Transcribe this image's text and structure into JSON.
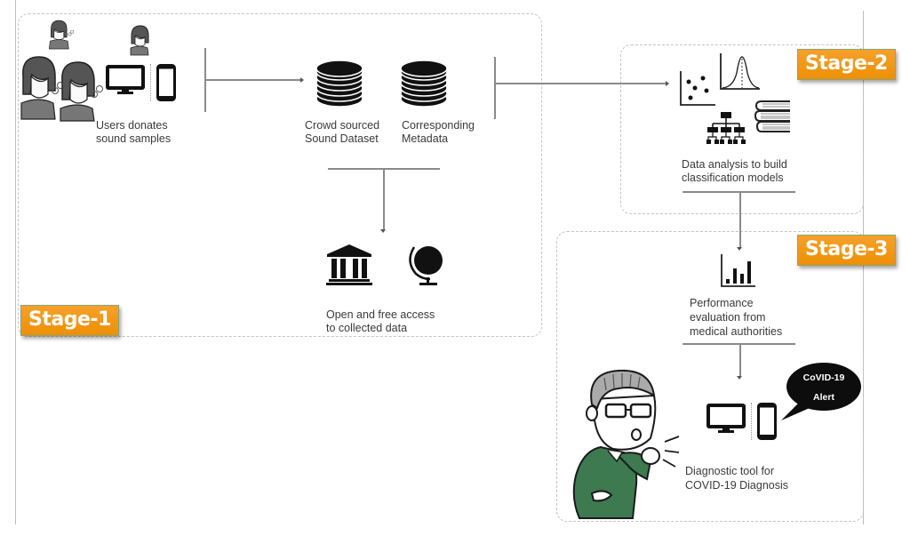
{
  "diagram": {
    "stages": [
      {
        "id": "stage-1",
        "label": "Stage-1"
      },
      {
        "id": "stage-2",
        "label": "Stage-2"
      },
      {
        "id": "stage-3",
        "label": "Stage-3"
      }
    ],
    "nodes": {
      "users": {
        "label_line1": "Users donates",
        "label_line2": "sound samples",
        "icons": [
          "coughing-people-icon",
          "monitor-icon",
          "smartphone-icon"
        ]
      },
      "dataset": {
        "label_line1": "Crowd sourced",
        "label_line2": "Sound Dataset",
        "icon": "database-icon"
      },
      "metadata": {
        "label_line1": "Corresponding",
        "label_line2": "Metadata",
        "icon": "database-icon"
      },
      "open_access": {
        "label_line1": "Open and free access",
        "label_line2": "to collected data",
        "icons": [
          "institution-icon",
          "globe-icon"
        ]
      },
      "analysis": {
        "label_line1": "Data analysis to build",
        "label_line2": "classification models",
        "icons": [
          "scatter-plot-icon",
          "bell-curve-icon",
          "hierarchy-icon",
          "books-icon"
        ]
      },
      "evaluation": {
        "label_line1": "Performance",
        "label_line2": "evaluation from",
        "label_line3": "medical authorities",
        "icon": "bar-chart-icon"
      },
      "diagnostic": {
        "label_line1": "Diagnostic tool for",
        "label_line2": "COVID-19 Diagnosis",
        "icons": [
          "coughing-man-icon",
          "monitor-icon",
          "smartphone-icon"
        ]
      },
      "alert": {
        "line1": "CoVID-19",
        "line2": "Alert"
      }
    },
    "edges": [
      {
        "from": "users",
        "to": "dataset"
      },
      {
        "from": "dataset",
        "to": "open_access"
      },
      {
        "from": "metadata",
        "to": "analysis"
      },
      {
        "from": "analysis",
        "to": "evaluation"
      },
      {
        "from": "evaluation",
        "to": "diagnostic"
      }
    ],
    "colors": {
      "stage_badge": "#f09612",
      "badge_text": "#ffffff",
      "shirt_green": "#3d7a4f",
      "dashed_border": "#c4c4c4",
      "icon": "#111111"
    }
  }
}
